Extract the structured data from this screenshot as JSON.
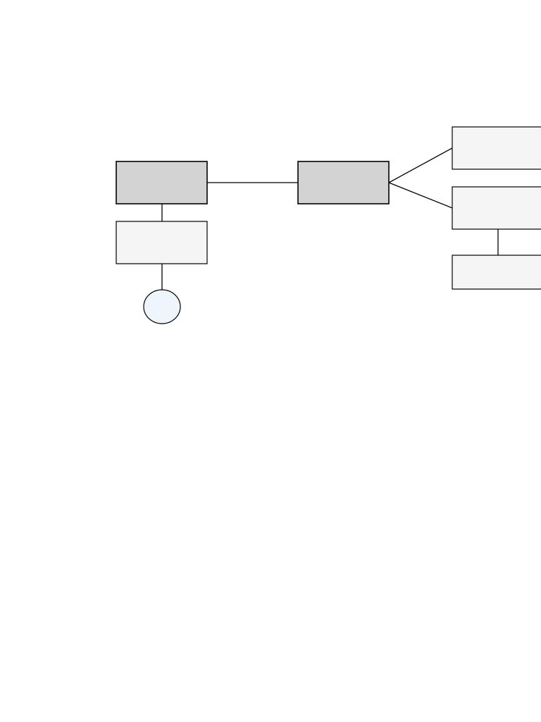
{
  "diagram": {
    "colors": {
      "background": "#ffffff",
      "stroke": "#000000",
      "dark_node_fill": "#d3d3d3",
      "light_node_fill": "#f5f5f5",
      "circle_fill": "#eef5fd"
    },
    "nodes": [
      {
        "id": "node-a",
        "shape": "rect",
        "style": "dark",
        "label": ""
      },
      {
        "id": "node-b",
        "shape": "rect",
        "style": "light",
        "label": ""
      },
      {
        "id": "node-c",
        "shape": "circle",
        "style": "circle",
        "label": ""
      },
      {
        "id": "node-d",
        "shape": "rect",
        "style": "dark",
        "label": ""
      },
      {
        "id": "node-e",
        "shape": "rect",
        "style": "light",
        "label": ""
      },
      {
        "id": "node-f",
        "shape": "rect",
        "style": "light",
        "label": ""
      },
      {
        "id": "node-g",
        "shape": "rect",
        "style": "light",
        "label": ""
      }
    ],
    "edges": [
      {
        "from": "node-a",
        "to": "node-b"
      },
      {
        "from": "node-b",
        "to": "node-c"
      },
      {
        "from": "node-a",
        "to": "node-d"
      },
      {
        "from": "node-d",
        "to": "node-e"
      },
      {
        "from": "node-d",
        "to": "node-f"
      },
      {
        "from": "node-f",
        "to": "node-g"
      }
    ]
  }
}
